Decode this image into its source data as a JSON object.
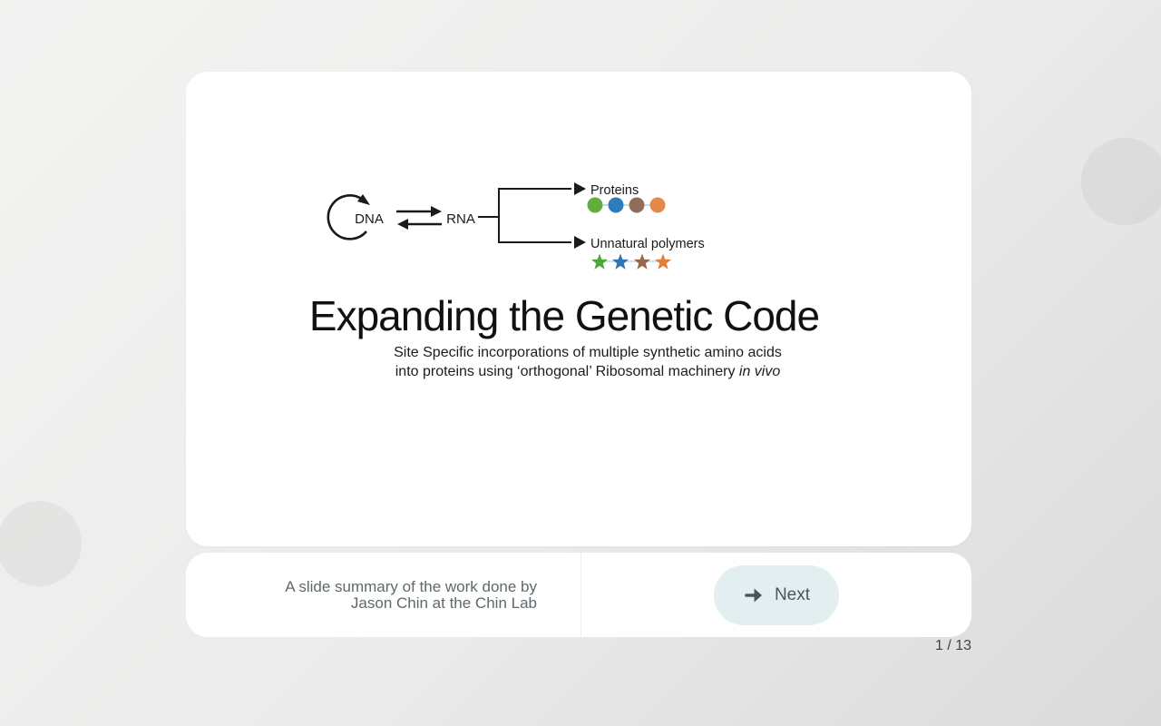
{
  "slide": {
    "title": "Expanding the Genetic Code",
    "subtitle_line1": "Site Specific incorporations of multiple synthetic amino acids",
    "subtitle_line2": "into proteins using ‘orthogonal’ Ribosomal machinery ",
    "subtitle_italic": "in vivo",
    "diagram": {
      "dna_label": "DNA",
      "rna_label": "RNA",
      "proteins_label": "Proteins",
      "unnatural_label": "Unnatural polymers",
      "line_color": "#1a1a1a",
      "connector_color": "#a9d5ea",
      "bead_colors": [
        "#62ad3c",
        "#2f7cbd",
        "#8f6d58",
        "#e5894a"
      ],
      "star_colors": [
        "#4fa737",
        "#2e76b8",
        "#99684d",
        "#e27f3d"
      ]
    }
  },
  "footer": {
    "credit_line1": "A slide summary of the work done by",
    "credit_line2": "Jason Chin at the Chin Lab",
    "next_label": "Next",
    "next_button_bg": "#e3eef0",
    "next_button_fg": "#47585c"
  },
  "pagination": {
    "indicator": "1 / 13"
  }
}
